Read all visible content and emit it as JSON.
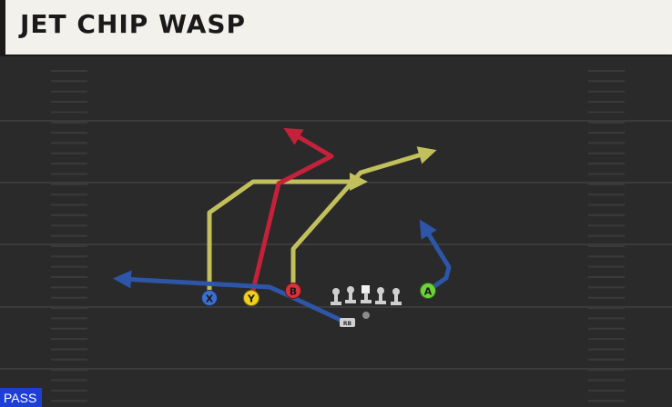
{
  "play": {
    "title": "JET CHIP WASP",
    "type_tag": "PASS"
  },
  "players": {
    "x": "X",
    "y": "Y",
    "b": "B",
    "a": "A",
    "rb": "RB"
  },
  "colors": {
    "field": "#2a2a2a",
    "yard_line": "#3d3d3d",
    "route_blue": "#2d56a8",
    "route_red": "#c4213a",
    "route_yellow": "#c1c05d",
    "player_x": "#3d6fd0",
    "player_y": "#f0cf1d",
    "player_b": "#d8323d",
    "player_a": "#6fd23c",
    "lineman": "#cfcfcf"
  }
}
